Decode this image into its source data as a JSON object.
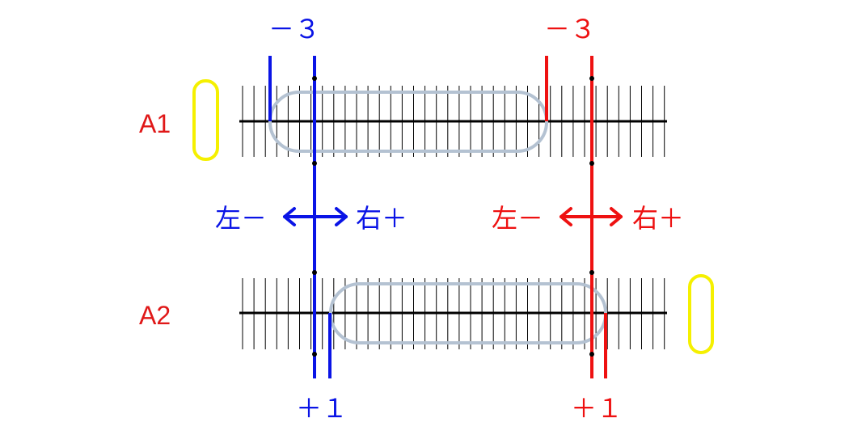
{
  "rows": [
    {
      "label": "A1"
    },
    {
      "label": "A2"
    }
  ],
  "blue": {
    "top_label": "－３",
    "bottom_label": "＋１",
    "left_label": "左－",
    "right_label": "右＋"
  },
  "red": {
    "top_label": "－３",
    "bottom_label": "＋１",
    "left_label": "左－",
    "right_label": "右＋"
  },
  "colors": {
    "blue": "#0a14e6",
    "red": "#ee1111",
    "label_red": "#e01818",
    "yellow": "#f5f000",
    "capsule": "#b4c2d2",
    "line": "#000000"
  }
}
